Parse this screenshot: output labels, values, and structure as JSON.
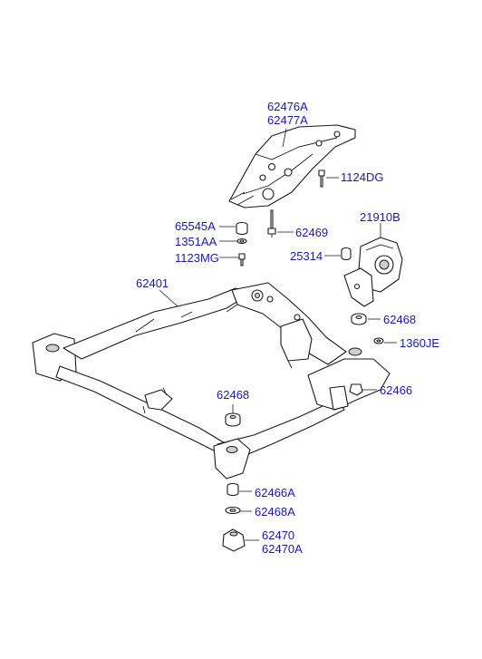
{
  "labels": {
    "p62476A": "62476A",
    "p62477A": "62477A",
    "p1124DG": "1124DG",
    "p65545A": "65545A",
    "p1351AA": "1351AA",
    "p1123MG": "1123MG",
    "p62469": "62469",
    "p21910B": "21910B",
    "p25314": "25314",
    "p62401": "62401",
    "p62468_r": "62468",
    "p1360JE": "1360JE",
    "p62466": "62466",
    "p62468_c": "62468",
    "p62466A": "62466A",
    "p62468A": "62468A",
    "p62470": "62470",
    "p62470A": "62470A"
  },
  "colors": {
    "label": "#1a1aa8",
    "line": "#1a1a1a",
    "shade": "#cfcfcf"
  }
}
